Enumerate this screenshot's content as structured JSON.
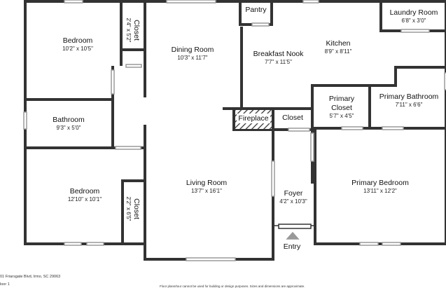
{
  "rooms": {
    "bedroom1": {
      "name": "Bedroom",
      "dim": "10'2\" x 10'5\""
    },
    "closet1": {
      "name": "Closet",
      "dim": "2'4\" x 5'2\""
    },
    "dining": {
      "name": "Dining Room",
      "dim": "10'3\" x 11'7\""
    },
    "pantry": {
      "name": "Pantry"
    },
    "laundry": {
      "name": "Laundry Room",
      "dim": "6'8\" x 3'0\""
    },
    "breakfast": {
      "name": "Breakfast Nook",
      "dim": "7'7\" x 11'5\""
    },
    "kitchen": {
      "name": "Kitchen",
      "dim": "8'9\" x 8'11\""
    },
    "primary_closet": {
      "name": "Primary Closet",
      "name_line1": "Primary",
      "name_line2": "Closet",
      "dim": "5'7\" x 4'5\""
    },
    "primary_bath": {
      "name": "Primary Bathroom",
      "dim": "7'11\" x 6'6\""
    },
    "bathroom": {
      "name": "Bathroom",
      "dim": "9'3\" x 5'0\""
    },
    "fireplace": {
      "name": "Fireplace"
    },
    "closet_mid": {
      "name": "Closet"
    },
    "living": {
      "name": "Living Room",
      "dim": "13'7\" x 16'1\""
    },
    "bedroom2": {
      "name": "Bedroom",
      "dim": "12'10\" x 10'1\""
    },
    "closet2": {
      "name": "Closet",
      "dim": "2'2\" x 6'5\""
    },
    "foyer": {
      "name": "Foyer",
      "dim": "4'2\" x 10'3\""
    },
    "primary_bed": {
      "name": "Primary Bedroom",
      "dim": "13'11\" x 12'2\""
    },
    "entry": {
      "name": "Entry"
    }
  },
  "footer": {
    "address": "01 Friarsgate Blvd, Irmo, SC 29063",
    "floor": "loor 1",
    "disclaimer": "Floor plans/tour cannot be used for building or design purposes. Sizes and dimensions are approximate."
  },
  "colors": {
    "wall": "#333333",
    "window": "#9a9a9a",
    "background": "#ffffff"
  }
}
